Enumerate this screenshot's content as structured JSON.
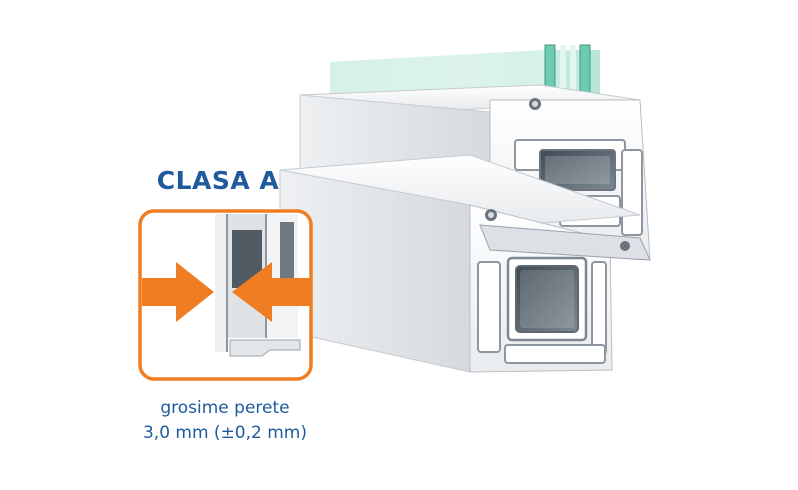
{
  "class_label": "CLASA A",
  "caption": {
    "line1": "grosime perete",
    "line2": "3,0 mm (±0,2 mm)"
  },
  "colors": {
    "accent_orange": "#f07d22",
    "title_blue": "#1e5a9c",
    "glass_green": "#7fd3b8",
    "profile_white": "#f4f5f6",
    "profile_shadow": "#c9ced3",
    "chamber_dark": "#56636e"
  },
  "icons": [
    "arrow-right-icon",
    "arrow-left-icon"
  ]
}
